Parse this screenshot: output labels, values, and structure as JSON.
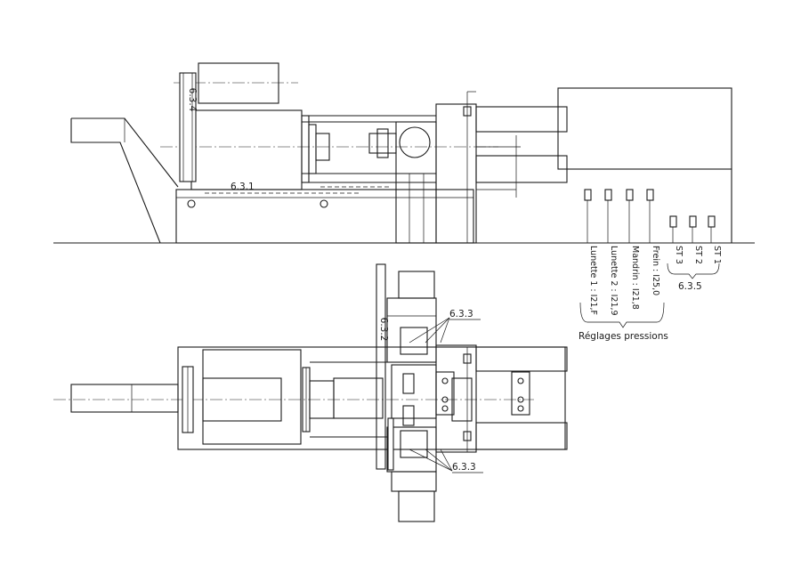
{
  "labels": {
    "pulley_ref": "6.3.4",
    "bed_ref": "6.3.1",
    "saddle_ref": "6.3.2",
    "pads_ref_top": "6.3.3",
    "pads_ref_bottom": "6.3.3",
    "stations_ref": "6.3.5"
  },
  "pressure_settings": {
    "title": "Réglages pressions",
    "items": [
      "Lunette 1 : I21,F",
      "Lunette 2 : I21,9",
      "Mandrin : I21,8",
      "Frein   : I25,0"
    ]
  },
  "stations": [
    "ST 3",
    "ST 2",
    "ST 1"
  ]
}
